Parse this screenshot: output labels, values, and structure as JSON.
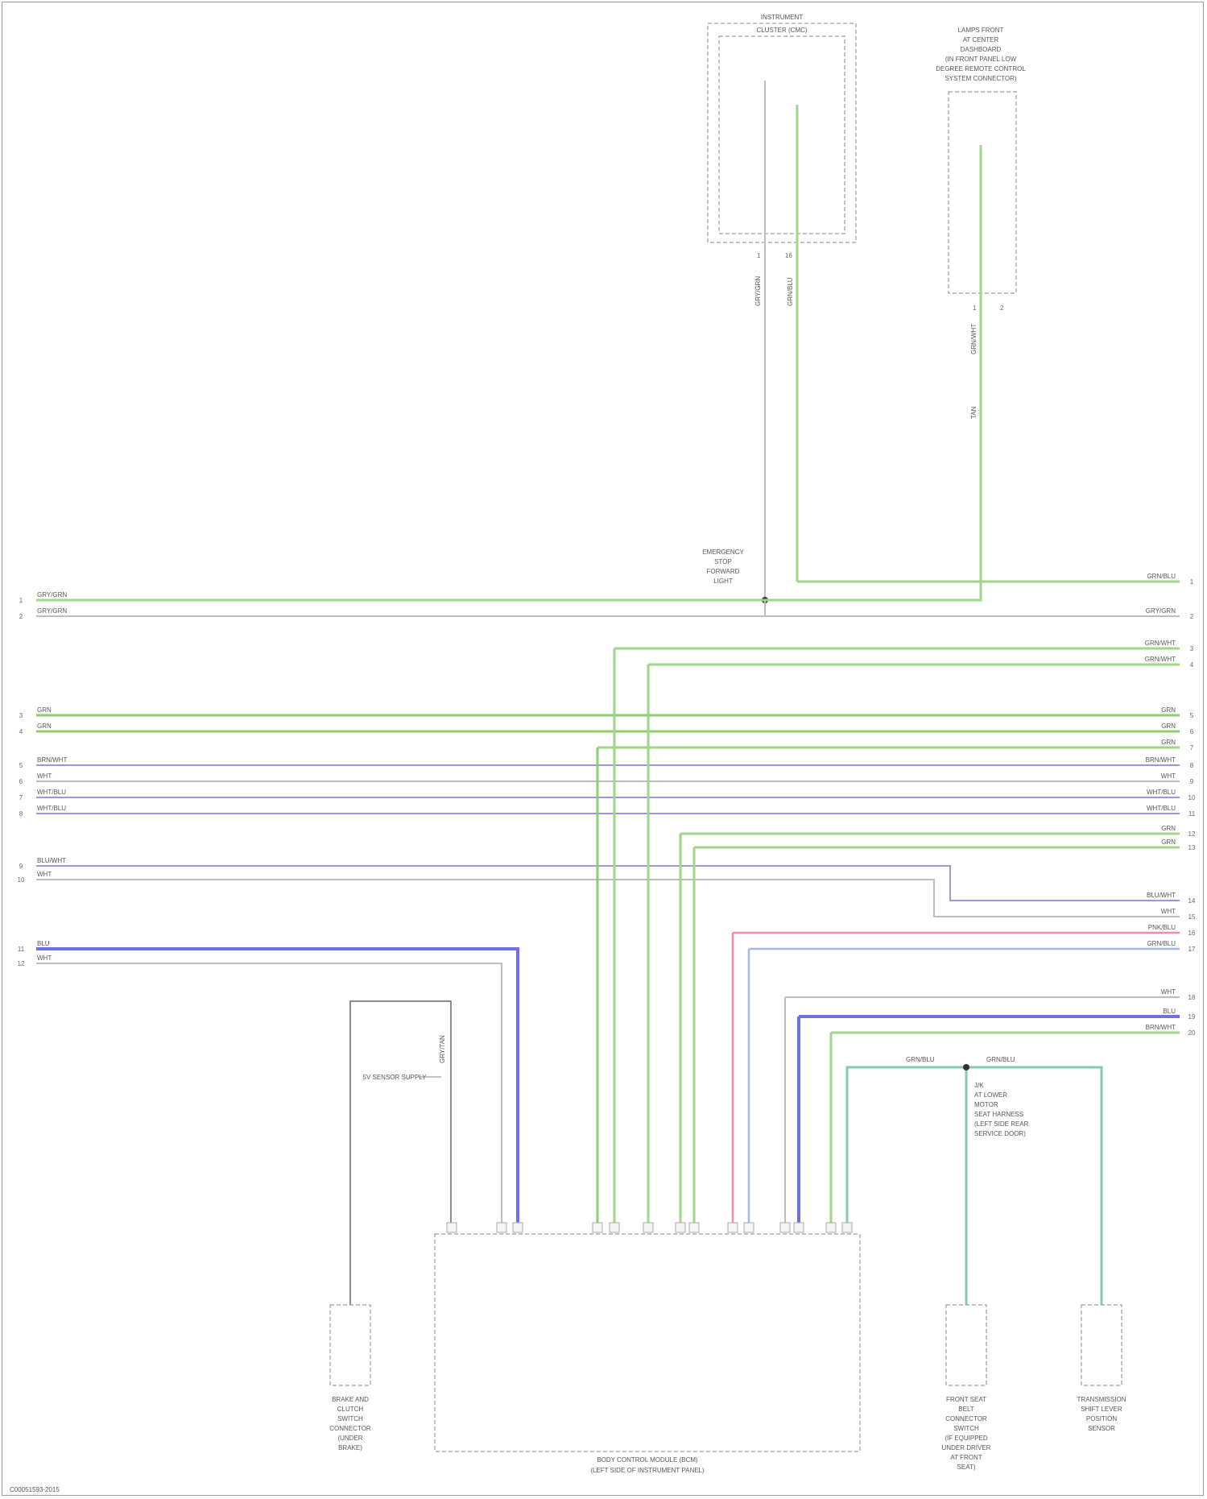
{
  "diagram": {
    "footer_code": "C00051593-2015",
    "modules": {
      "top_module": {
        "title_lines": [
          "INSTRUMENT",
          "CLUSTER (CMC)"
        ],
        "pin_left": "1",
        "pin_right": "16"
      },
      "top_right_module": {
        "title_lines": [
          "LAMPS FRONT",
          "AT CENTER",
          "DASHBOARD",
          "(IN FRONT PANEL LOW",
          "DEGREE REMOTE CONTROL",
          "SYSTEM CONNECTOR)"
        ],
        "pin_left": "1",
        "pin_right": "2"
      },
      "body_module": {
        "title_lines": [
          "BODY CONTROL MODULE (BCM)",
          "(LEFT SIDE OF INSTRUMENT PANEL)"
        ]
      },
      "left_sensor": {
        "title_lines": [
          "BRAKE AND",
          "CLUTCH",
          "SWITCH",
          "CONNECTOR",
          "(UNDER",
          "BRAKE)"
        ]
      },
      "right_sensor1": {
        "title_lines": [
          "FRONT SEAT",
          "BELT",
          "CONNECTOR",
          "SWITCH",
          "(IF EQUIPPED",
          "UNDER DRIVER",
          "AT FRONT",
          "SEAT)"
        ]
      },
      "right_sensor2": {
        "title_lines": [
          "TRANSMISSION",
          "SHIFT LEVER",
          "POSITION",
          "SENSOR"
        ]
      }
    },
    "splices": {
      "top_splice": [
        "EMERGENCY",
        "STOP",
        "FORWARD",
        "LIGHT"
      ],
      "bottom_splice": [
        "J/K",
        "AT LOWER",
        "MOTOR",
        "SEAT HARNESS",
        "(LEFT SIDE REAR",
        "SERVICE DOOR)"
      ]
    },
    "left_wires": [
      {
        "pin": "1",
        "label": "GRY/GRN"
      },
      {
        "pin": "2",
        "label": "GRY/GRN"
      },
      {
        "pin": "3",
        "label": "GRN"
      },
      {
        "pin": "4",
        "label": "GRN"
      },
      {
        "pin": "5",
        "label": "BRN/WHT"
      },
      {
        "pin": "6",
        "label": "WHT"
      },
      {
        "pin": "7",
        "label": "WHT/BLU"
      },
      {
        "pin": "8",
        "label": "WHT/BLU"
      },
      {
        "pin": "9",
        "label": "BLU/WHT"
      },
      {
        "pin": "10",
        "label": "WHT"
      },
      {
        "pin": "11",
        "label": "BLU"
      },
      {
        "pin": "12",
        "label": "WHT"
      }
    ],
    "right_wires": [
      {
        "pin": "1",
        "label": "GRN/BLU"
      },
      {
        "pin": "2",
        "label": "GRY/GRN"
      },
      {
        "pin": "3",
        "label": "GRN/WHT"
      },
      {
        "pin": "4",
        "label": "GRN/WHT"
      },
      {
        "pin": "5",
        "label": "GRN"
      },
      {
        "pin": "6",
        "label": "GRN"
      },
      {
        "pin": "7",
        "label": "GRN"
      },
      {
        "pin": "8",
        "label": "BRN/WHT"
      },
      {
        "pin": "9",
        "label": "WHT"
      },
      {
        "pin": "10",
        "label": "WHT/BLU"
      },
      {
        "pin": "11",
        "label": "WHT/BLU"
      },
      {
        "pin": "12",
        "label": "GRN"
      },
      {
        "pin": "13",
        "label": "GRN"
      },
      {
        "pin": "14",
        "label": "BLU/WHT"
      },
      {
        "pin": "15",
        "label": "WHT"
      },
      {
        "pin": "16",
        "label": "PNK/BLU"
      },
      {
        "pin": "17",
        "label": "GRN/BLU"
      },
      {
        "pin": "18",
        "label": "WHT"
      },
      {
        "pin": "19",
        "label": "BLU"
      },
      {
        "pin": "20",
        "label": "BRN/WHT"
      }
    ],
    "vertical_labels": {
      "top_a": "GRY/GRN",
      "top_b": "GRN/BLU",
      "top_c": "GRN/WHT",
      "top_d": "TAN",
      "relay": "GRY/TAN",
      "relay_note": "5V SENSOR SUPPLY",
      "seat_a": "GRN/BLU",
      "seat_b": "GRN/BLU"
    }
  }
}
